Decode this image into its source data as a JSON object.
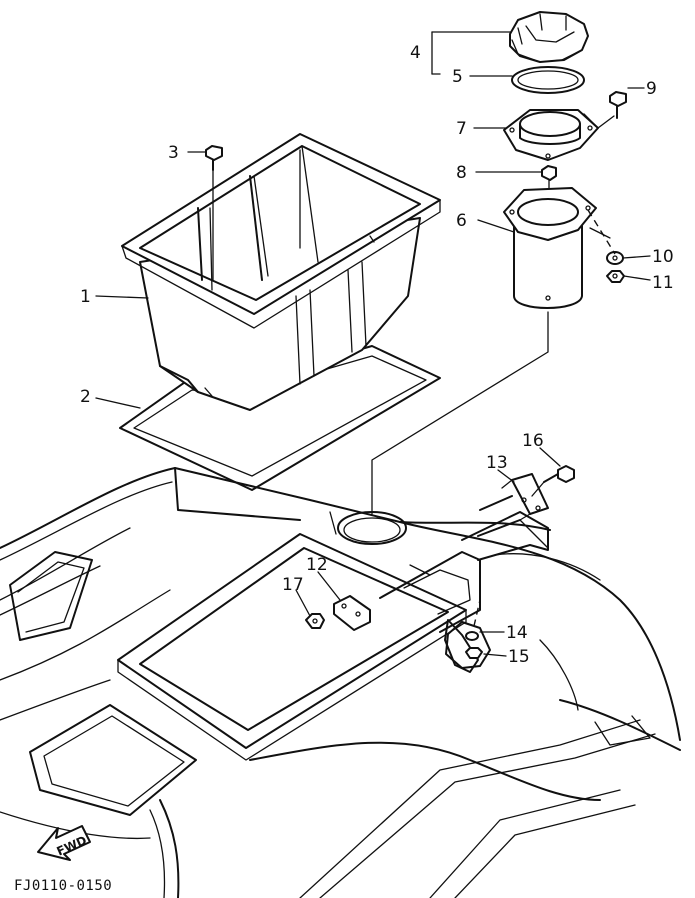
{
  "diagram": {
    "drawing_code": "FJ0110-0150",
    "fwd_label": "FWD",
    "callouts": [
      "1",
      "2",
      "3",
      "4",
      "5",
      "6",
      "7",
      "8",
      "9",
      "10",
      "11",
      "12",
      "13",
      "14",
      "15",
      "16",
      "17"
    ]
  }
}
